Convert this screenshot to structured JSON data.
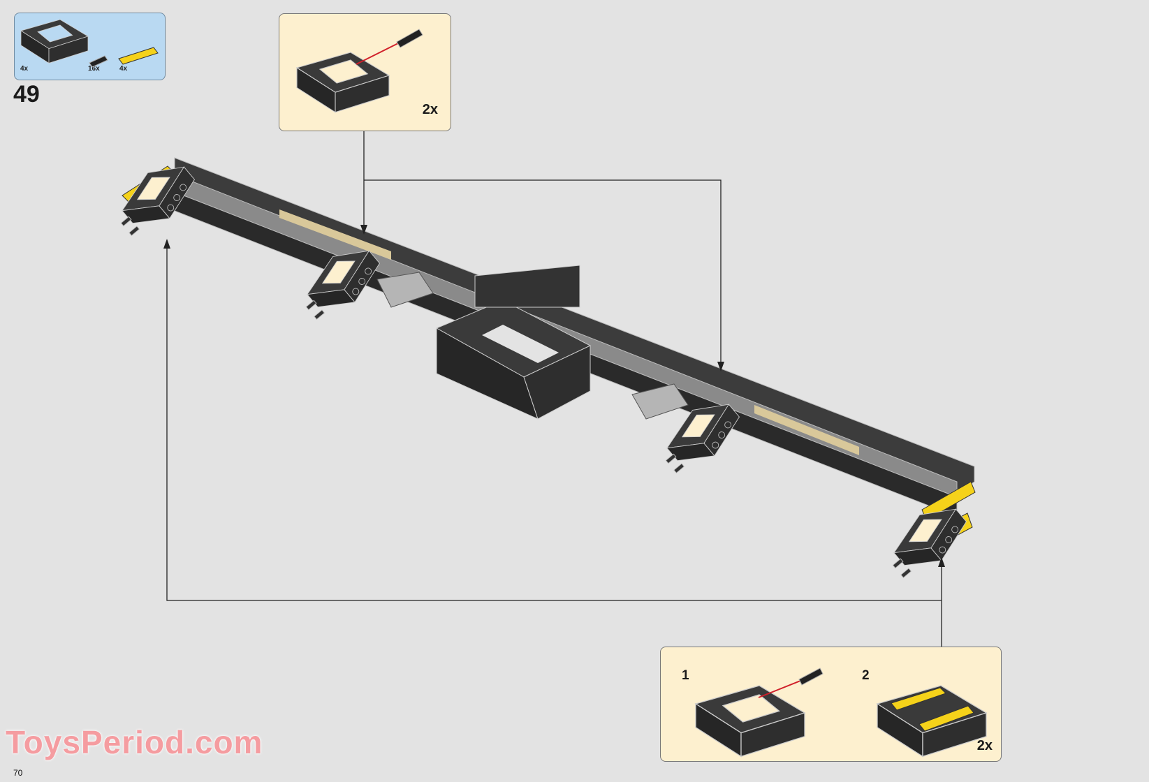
{
  "step_number": "49",
  "page_number": "70",
  "watermark": "ToysPeriod.com",
  "parts_list": [
    {
      "part": "technic-frame-5x7-black",
      "quantity": "4x"
    },
    {
      "part": "technic-pin-black",
      "quantity": "16x"
    },
    {
      "part": "plate-1x4-yellow",
      "quantity": "4x"
    }
  ],
  "callout_top": {
    "multiplier": "2x"
  },
  "callout_bottom": {
    "substeps": [
      "1",
      "2"
    ],
    "multiplier": "2x"
  },
  "colors": {
    "background": "#e3e3e3",
    "parts_box": "#b9d9f2",
    "callout": "#fdf0cf",
    "frame": "#2b2b2b",
    "plate": "#f5d21a",
    "arrow": "#d0202a"
  }
}
